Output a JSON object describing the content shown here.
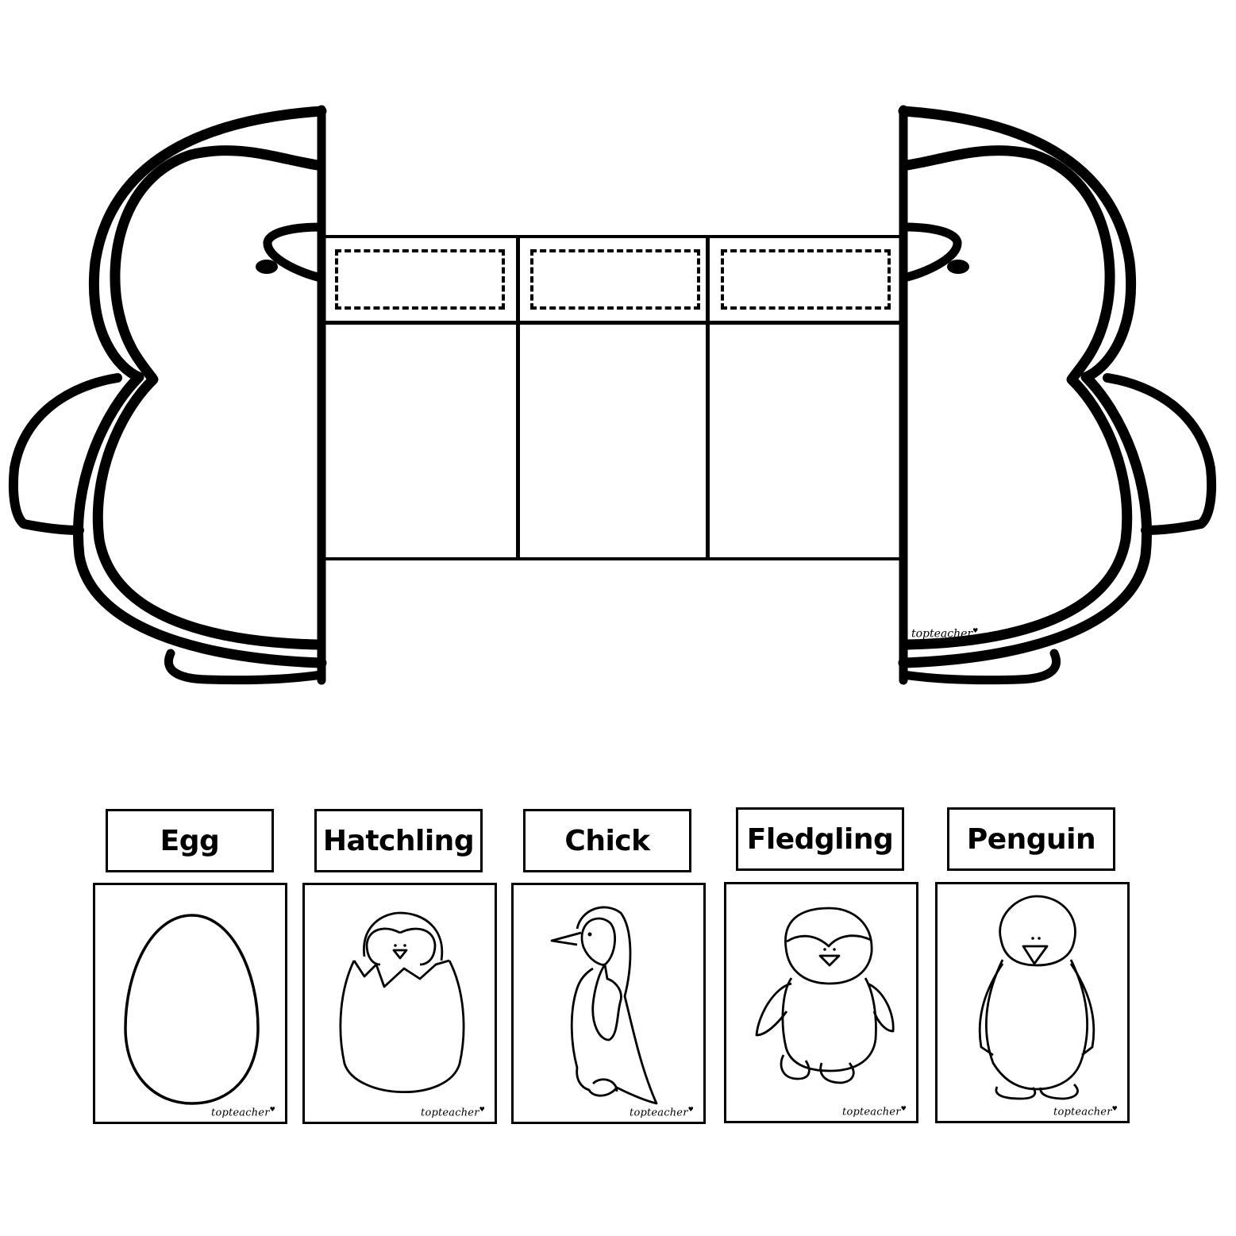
{
  "worksheet": {
    "title_slots": 3,
    "frame": {
      "left_penguin": "half-penguin-left",
      "right_penguin": "half-penguin-right",
      "columns": [
        {
          "index": 1,
          "label_slot": "",
          "picture_slot": ""
        },
        {
          "index": 2,
          "label_slot": "",
          "picture_slot": ""
        },
        {
          "index": 3,
          "label_slot": "",
          "picture_slot": ""
        }
      ],
      "brand": "toptea­cher",
      "brand_text": "topteacher",
      "brand_heart": "♥"
    }
  },
  "cutouts": {
    "labels": [
      {
        "text": "Egg"
      },
      {
        "text": "Hatchling"
      },
      {
        "text": "Chick"
      },
      {
        "text": "Fledgling"
      },
      {
        "text": "Penguin"
      }
    ],
    "pictures": [
      {
        "subject": "egg-icon",
        "brand": "topteacher"
      },
      {
        "subject": "hatchling-icon",
        "brand": "topteacher"
      },
      {
        "subject": "chick-icon",
        "brand": "topteacher"
      },
      {
        "subject": "fledgling-icon",
        "brand": "topteacher"
      },
      {
        "subject": "penguin-icon",
        "brand": "topteacher"
      }
    ]
  },
  "colors": {
    "ink": "#000000",
    "paper": "#ffffff"
  }
}
